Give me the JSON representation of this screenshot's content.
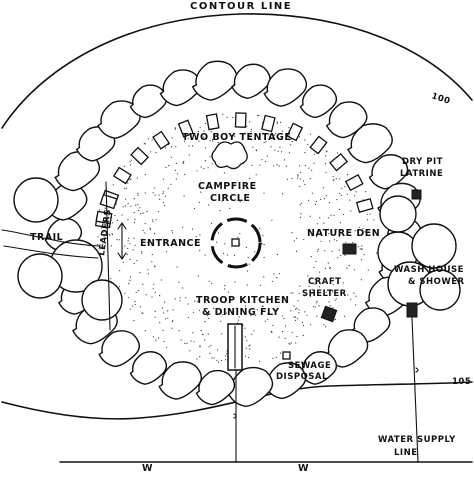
{
  "labels": {
    "contour_line": "CONTOUR LINE",
    "contour_100": "100",
    "contour_105": "105",
    "two_boy_tentage": "TWO BOY TENTAGE",
    "campfire": "CAMPFIRE",
    "circle": "CIRCLE",
    "dry_pit": "DRY PIT",
    "latrine": "LATRINE",
    "trail": "TRAIL",
    "leaders": "LEADERS",
    "entrance": "ENTRANCE",
    "nature_den": "NATURE DEN",
    "wash_house": "WASH HOUSE",
    "shower": "& SHOWER",
    "craft": "CRAFT",
    "shelter": "SHELTER",
    "troop_kitchen": "TROOP KITCHEN",
    "dining_fly": "& DINING FLY",
    "sewage": "SEWAGE",
    "disposal": "DISPOSAL",
    "water_supply": "WATER SUPPLY",
    "line": "LINE",
    "w1": "W",
    "w2": "W"
  }
}
